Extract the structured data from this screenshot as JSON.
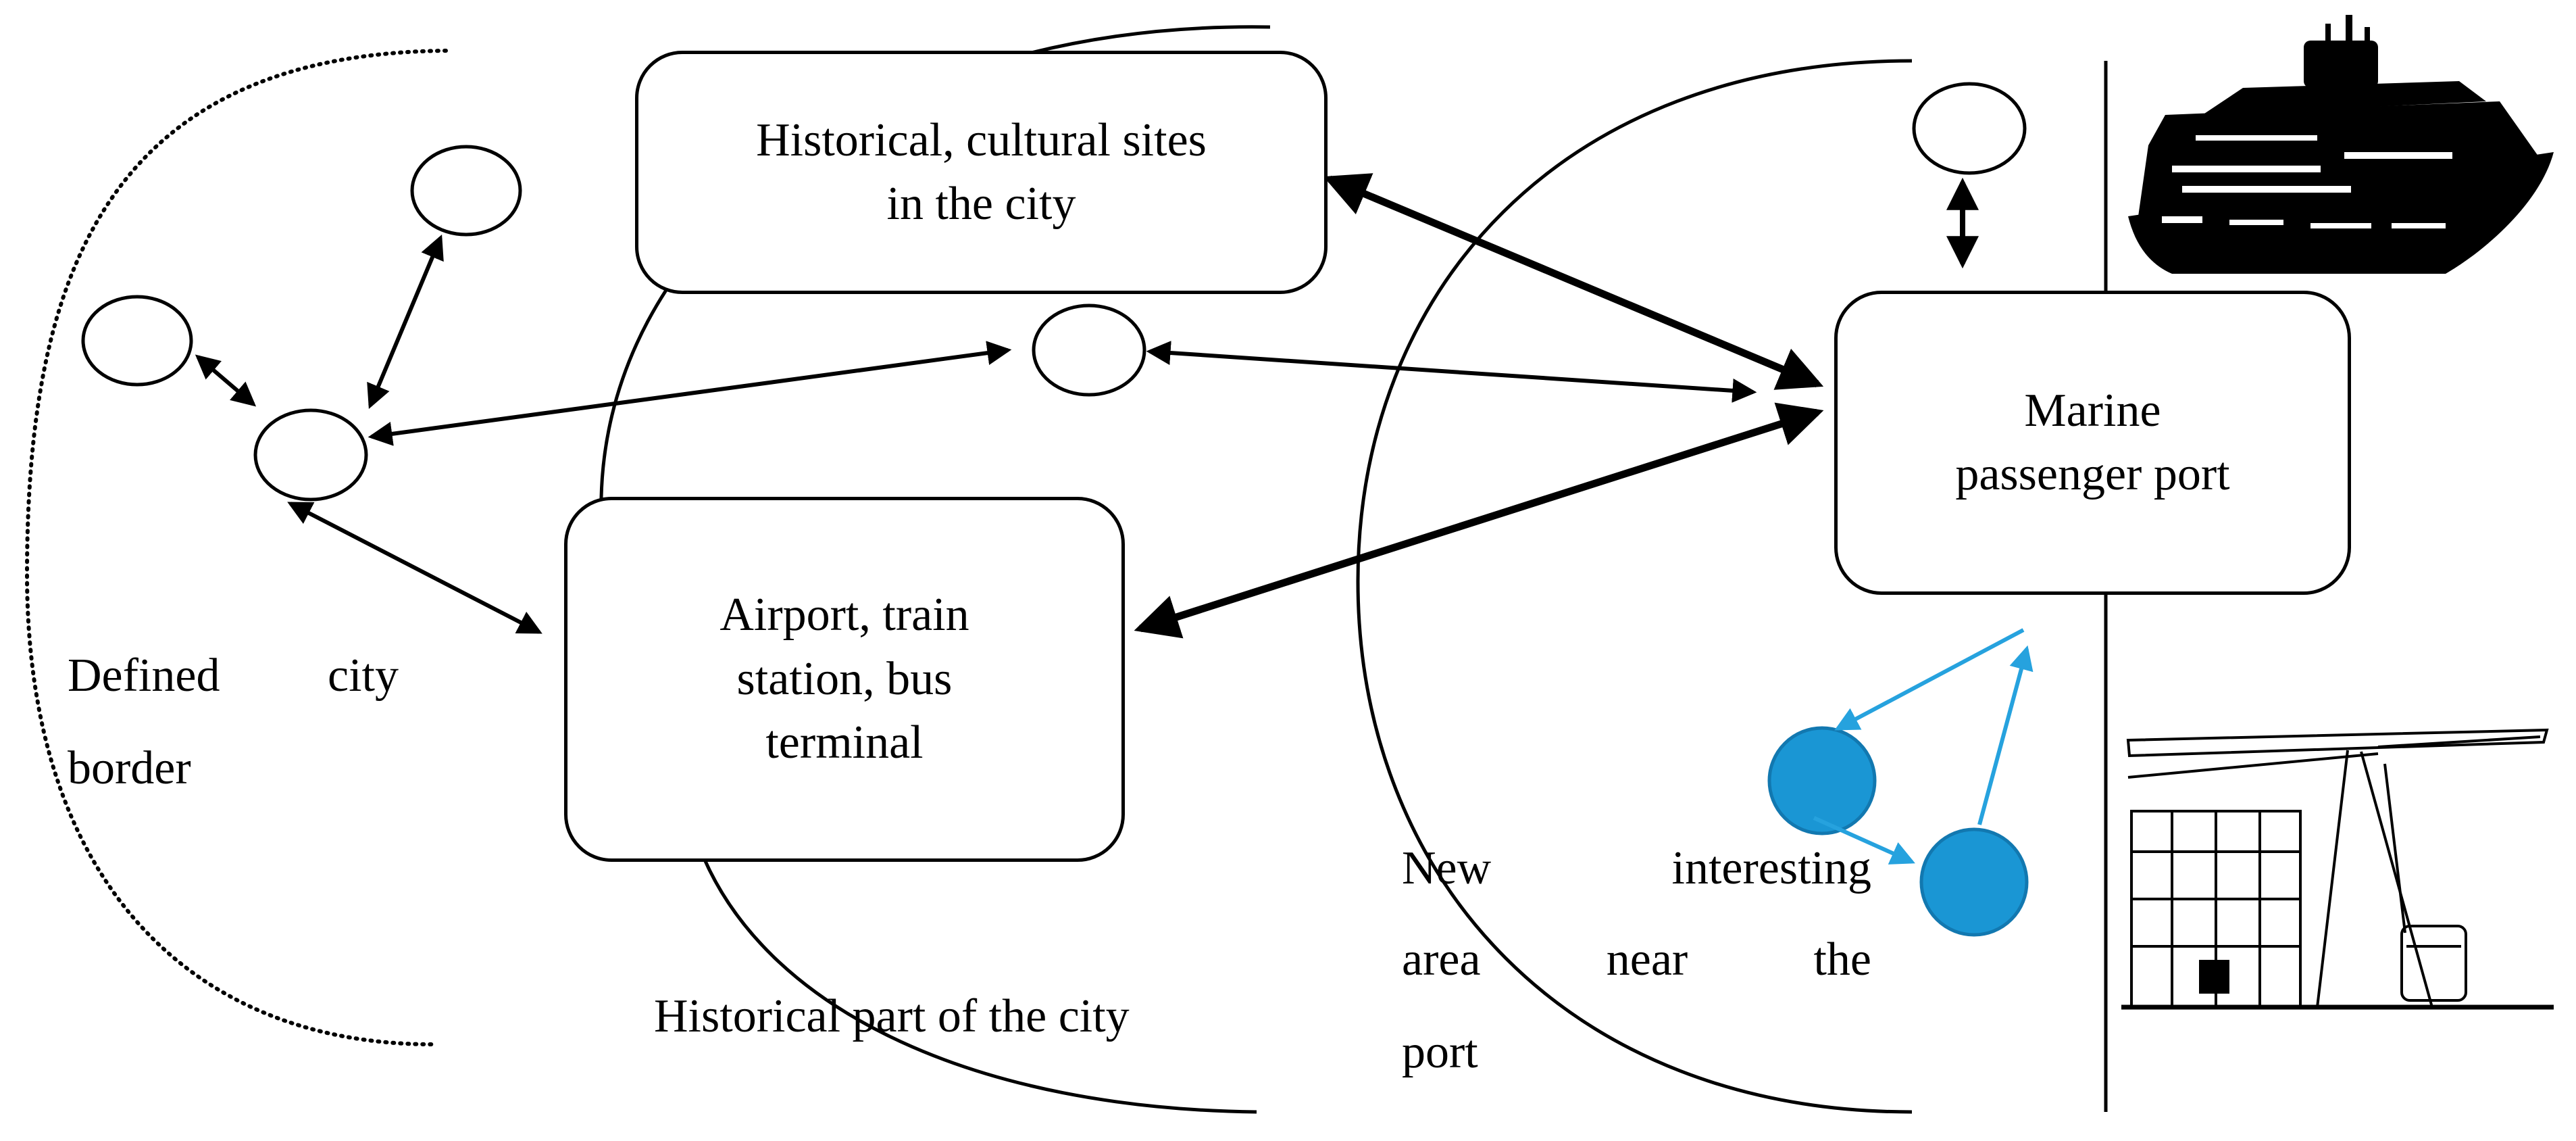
{
  "diagram": {
    "boxes": {
      "historical_sites": "Historical, cultural sites\nin the city",
      "transport_hub": "Airport, train\nstation, bus\nterminal",
      "marine_port": "Marine\npassenger port"
    },
    "labels": {
      "city_border_word1": "Defined",
      "city_border_word2": "city",
      "city_border_line2": "border",
      "historical_part": "Historical part of the city",
      "new_area_line1_word1": "New",
      "new_area_line1_word2": "interesting",
      "new_area_line2_word1": "area",
      "new_area_line2_word2": "near",
      "new_area_line2_word3": "the",
      "new_area_line3": "port"
    },
    "colors": {
      "stroke": "#000000",
      "highlight_fill": "#1a96d4",
      "highlight_stroke": "#1278b0",
      "highlight_arrow": "#26a2de"
    },
    "icons": [
      "cruise-ship-icon",
      "port-terminal-icon"
    ]
  }
}
